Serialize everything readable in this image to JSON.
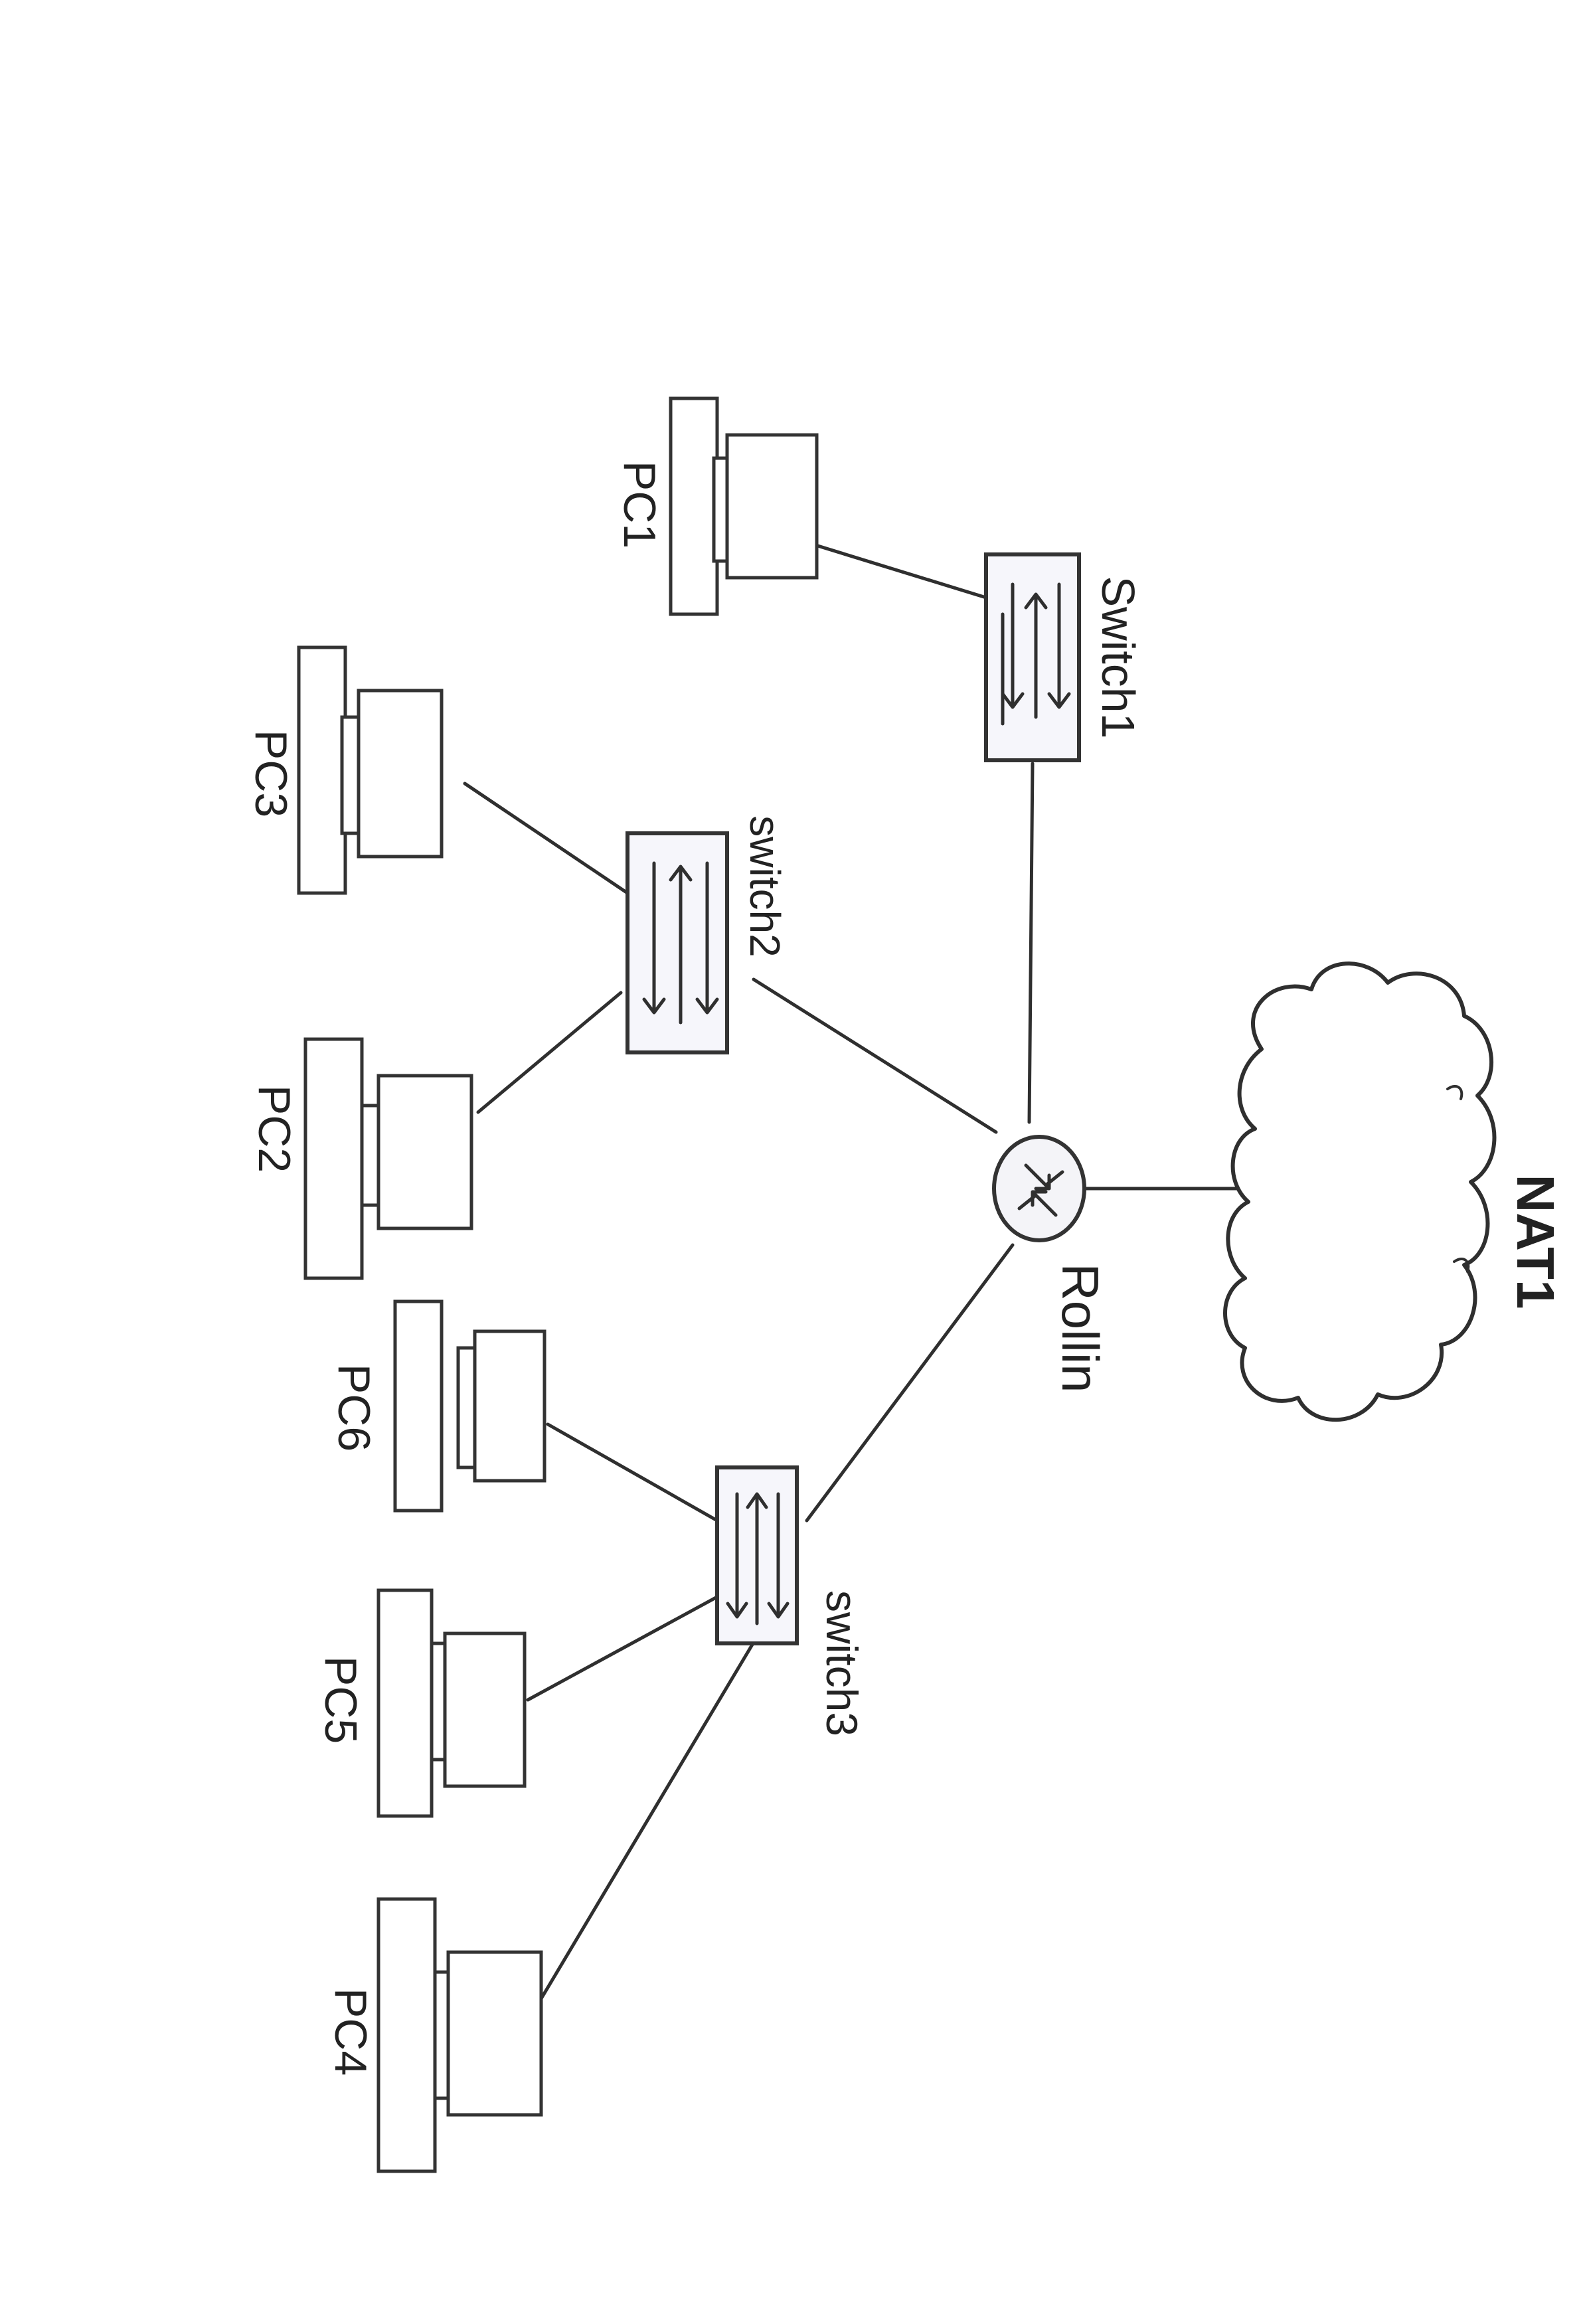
{
  "diagram": {
    "cloud": {
      "label": "NAT1"
    },
    "router": {
      "label": "Rollin"
    },
    "switches": [
      {
        "id": "switch1",
        "label": "Switch1"
      },
      {
        "id": "switch2",
        "label": "switch2"
      },
      {
        "id": "switch3",
        "label": "switch3"
      }
    ],
    "pcs": [
      {
        "id": "pc1",
        "label": "PC1"
      },
      {
        "id": "pc2",
        "label": "PC2"
      },
      {
        "id": "pc3",
        "label": "PC3"
      },
      {
        "id": "pc4",
        "label": "PC4"
      },
      {
        "id": "pc5",
        "label": "PC5"
      },
      {
        "id": "pc6",
        "label": "PC6"
      }
    ]
  },
  "style": {
    "ink": "#2f2f2f",
    "switch_fill": "#f6f6fb",
    "background": "#ffffff"
  }
}
